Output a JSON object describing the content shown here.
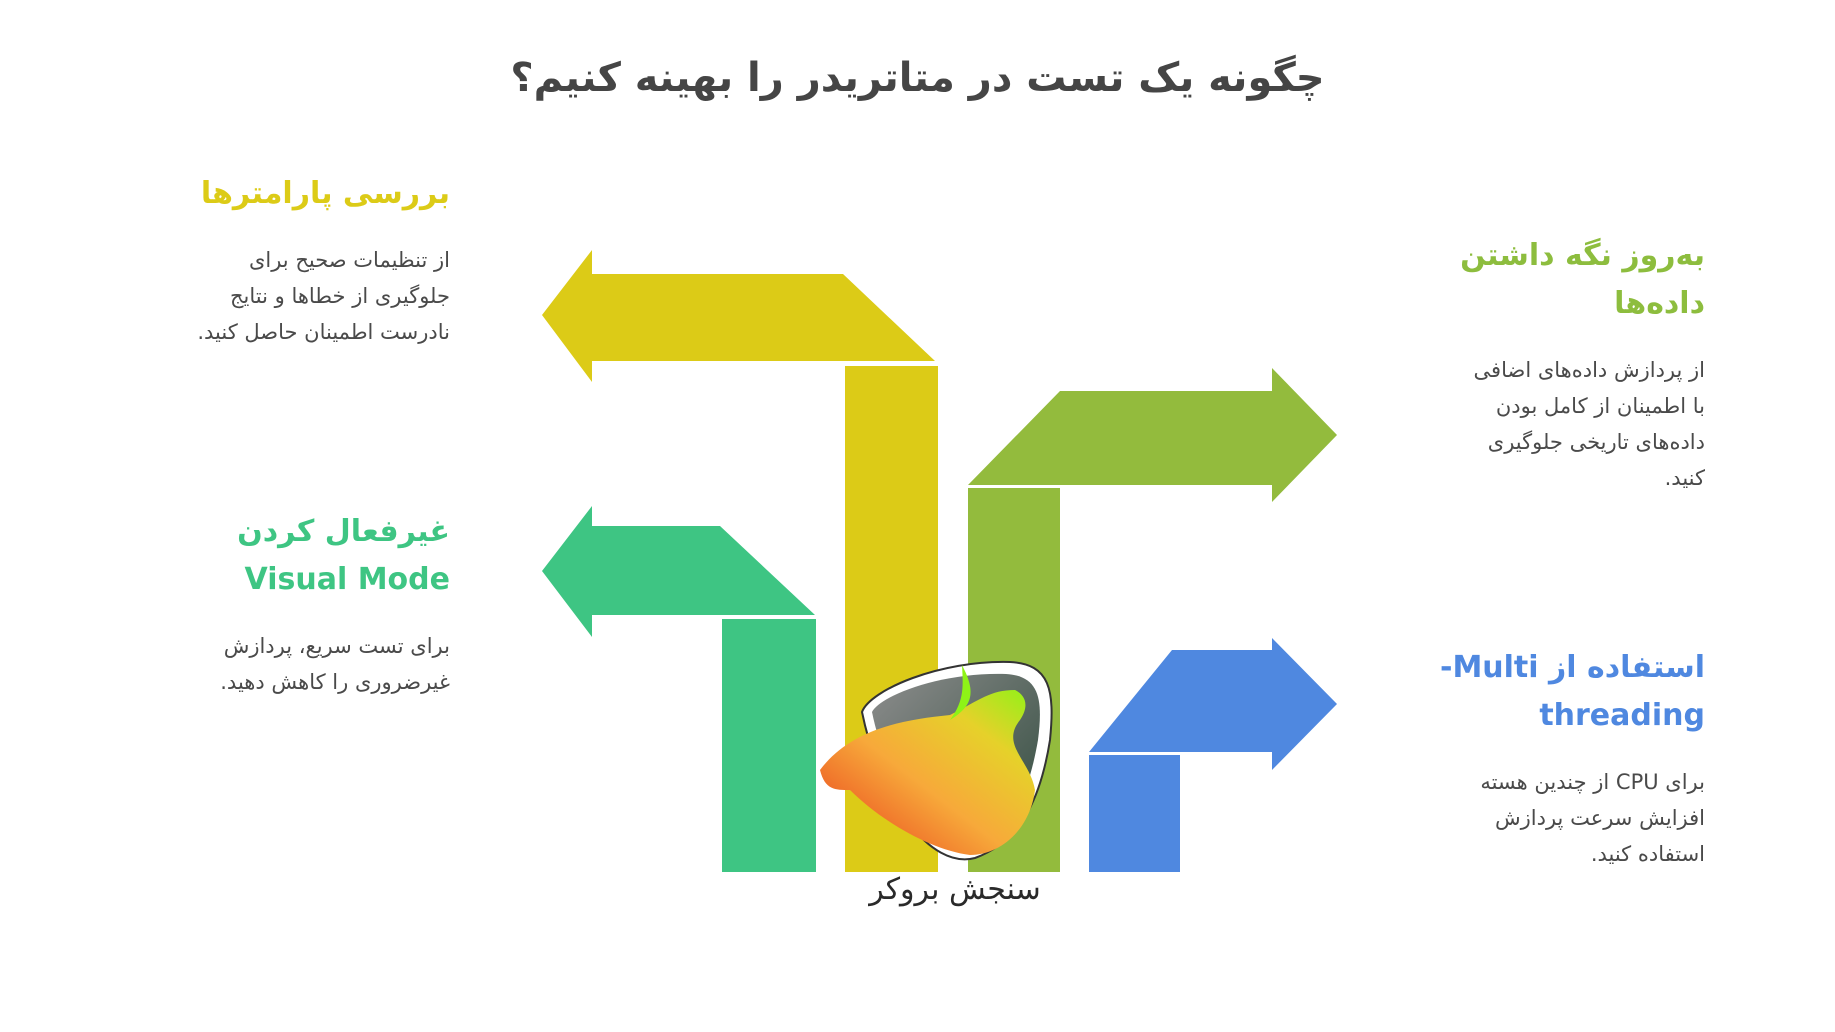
{
  "title": "چگونه یک تست در متاتریدر را بهینه کنیم؟",
  "colors": {
    "yellow": "#dccb17",
    "teal": "#3ec583",
    "lime": "#93bb3d",
    "blue": "#4f88e0",
    "text": "#4a4a4a"
  },
  "items": [
    {
      "id": "params",
      "heading": "بررسی پارامترها",
      "body": [
        "از تنظیمات صحیح برای",
        "جلوگیری از خطاها و نتایج",
        "نادرست اطمینان حاصل کنید."
      ],
      "color": "#dccb17",
      "arrow_direction": "left"
    },
    {
      "id": "visual",
      "heading_lines": [
        "غیرفعال کردن",
        "Visual Mode"
      ],
      "body": [
        "برای تست سریع، پردازش",
        "غیرضروری را کاهش دهید."
      ],
      "color": "#3ec583",
      "arrow_direction": "left"
    },
    {
      "id": "data",
      "heading_lines": [
        "به‌روز نگه داشتن",
        "داده‌ها"
      ],
      "body": [
        "از پردازش داده‌های اضافی",
        "با اطمینان از کامل بودن",
        "داده‌های تاریخی جلوگیری",
        "کنید."
      ],
      "color": "#93bb3d",
      "arrow_direction": "right"
    },
    {
      "id": "multithreading",
      "heading_lines": [
        "استفاده از Multi-",
        "threading"
      ],
      "body": [
        "برای CPU از چندین هسته",
        "افزایش سرعت پردازش",
        "استفاده کنید."
      ],
      "color": "#4f88e0",
      "arrow_direction": "right"
    }
  ],
  "logo": {
    "text": "سنجش بروکر",
    "icon": "bull-bear-shield-logo"
  }
}
